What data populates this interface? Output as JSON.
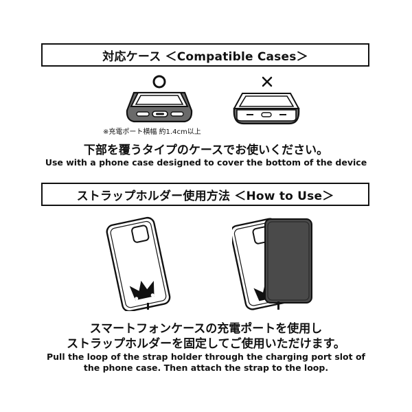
{
  "compatible": {
    "header": "対応ケース ＜Compatible Cases＞",
    "ok_mark": "○",
    "ng_mark": "×",
    "note": "※充電ポート横幅 約1.4cm以上",
    "description_jp": "下部を覆うタイプのケースでお使いください。",
    "description_en": "Use with a phone case designed to cover the bottom of the device"
  },
  "how_to": {
    "header": "ストラップホルダー使用方法 ＜How to Use＞",
    "description_jp_1": "スマートフォンケースの充電ポートを使用し",
    "description_jp_2": "ストラップホルダーを固定してご使用いただけます。",
    "description_en_1": "Pull the loop of the strap holder through the charging port slot of",
    "description_en_2": "the phone case. Then attach the strap to the loop."
  },
  "colors": {
    "ink": "#111111",
    "case_gray": "#6a6a6a",
    "phone_dark": "#4a4a4a"
  }
}
